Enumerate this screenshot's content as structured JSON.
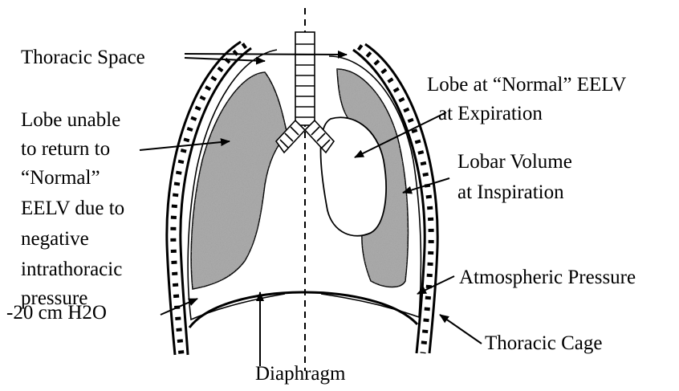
{
  "labels": {
    "thoracic_space": "Thoracic Space",
    "lobe_normal_line1": "Lobe at “Normal” EELV",
    "lobe_normal_line2": "at Expiration",
    "lobe_unable_line1": "Lobe unable",
    "lobe_unable_line2": "to return to",
    "lobe_unable_line3": "“Normal”",
    "lobe_unable_line4": "EELV due to",
    "lobe_unable_line5": "negative",
    "lobe_unable_line6": "intrathoracic",
    "lobe_unable_line7": "pressure",
    "lobar_volume_line1": "Lobar Volume",
    "lobar_volume_line2": "at Inspiration",
    "atmospheric_pressure": "Atmospheric Pressure",
    "pressure_value": "-20 cm H2O",
    "thoracic_cage": "Thoracic Cage",
    "diaphragm": "Diaphragm"
  },
  "colors": {
    "ink": "#000000",
    "lung_shading": "#a9a9a9",
    "background": "#ffffff"
  }
}
